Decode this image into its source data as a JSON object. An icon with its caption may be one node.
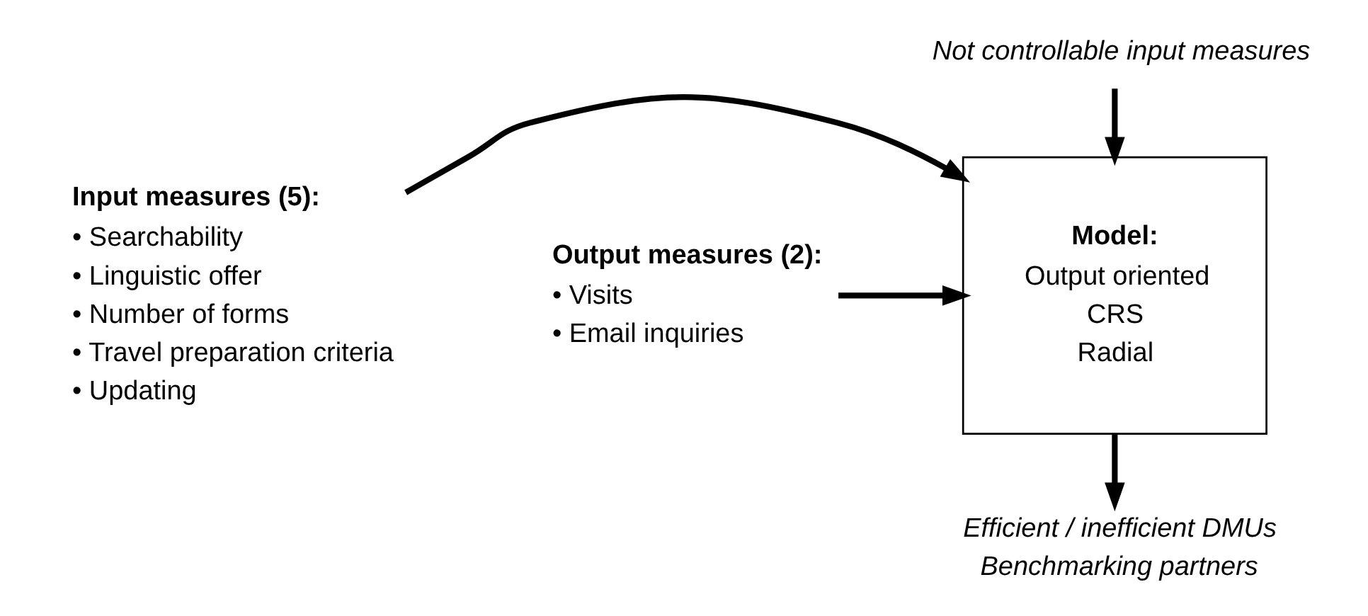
{
  "diagram": {
    "nodes": [
      {
        "text": [
          "Not controllable input measures"
        ]
      },
      {
        "text": [
          "Input measures (5):",
          "• Searchability",
          "• Linguistic offer",
          "• Number of forms",
          "• Travel preparation criteria",
          "• Updating"
        ]
      },
      {
        "text": [
          "Model:",
          "Output oriented",
          "CRS",
          "Radial"
        ]
      },
      {
        "text": [
          "Output measures (2):",
          "• Visits",
          "• Email inquiries"
        ]
      },
      {
        "text": [
          "Efficient / inefficient DMUs",
          "Benchmarking partners"
        ]
      }
    ],
    "edges": [
      {
        "from": 0,
        "to": 2,
        "arrow": "to"
      },
      {
        "from": 1,
        "to": 2,
        "arrow": "to"
      },
      {
        "from": 3,
        "to": 2,
        "arrow": "to"
      },
      {
        "from": 2,
        "to": 4,
        "arrow": "to"
      }
    ]
  }
}
